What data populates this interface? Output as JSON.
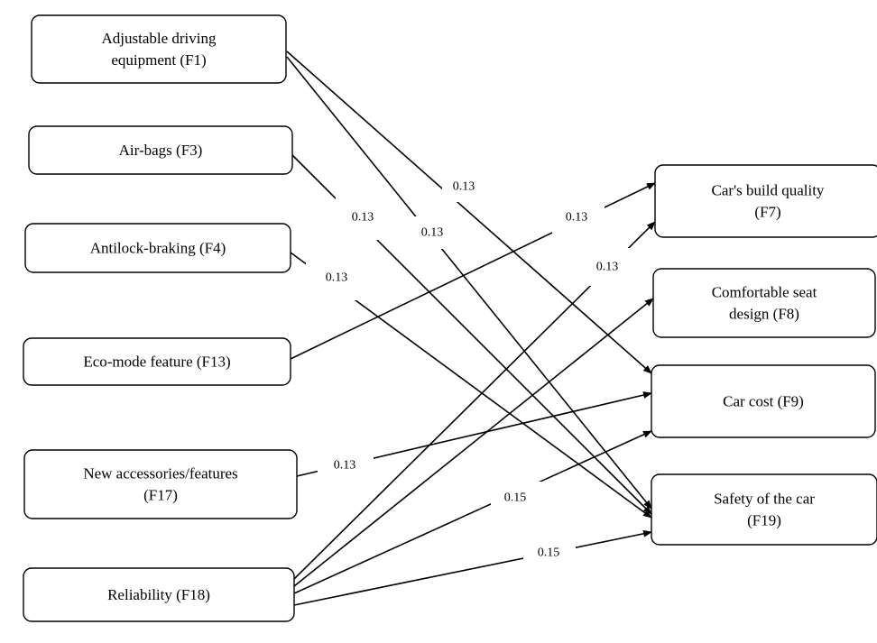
{
  "diagram": {
    "nodes": [
      {
        "id": "F1",
        "lines": [
          "Adjustable driving",
          "equipment (F1)"
        ]
      },
      {
        "id": "F3",
        "lines": [
          "Air-bags (F3)"
        ]
      },
      {
        "id": "F4",
        "lines": [
          "Antilock-braking (F4)"
        ]
      },
      {
        "id": "F13",
        "lines": [
          "Eco-mode feature (F13)"
        ]
      },
      {
        "id": "F17",
        "lines": [
          "New accessories/features",
          "(F17)"
        ]
      },
      {
        "id": "F18",
        "lines": [
          "Reliability (F18)"
        ]
      },
      {
        "id": "F7",
        "lines": [
          "Car's build quality",
          "(F7)"
        ]
      },
      {
        "id": "F8",
        "lines": [
          "Comfortable seat",
          "design (F8)"
        ]
      },
      {
        "id": "F9",
        "lines": [
          "Car cost (F9)"
        ]
      },
      {
        "id": "F19",
        "lines": [
          "Safety of the car",
          "(F19)"
        ]
      }
    ],
    "edges": [
      {
        "from": "F1",
        "to": "F9",
        "weight": "0.13"
      },
      {
        "from": "F1",
        "to": "F19",
        "weight": "0.13"
      },
      {
        "from": "F3",
        "to": "F19",
        "weight": "0.13"
      },
      {
        "from": "F4",
        "to": "F19",
        "weight": "0.13"
      },
      {
        "from": "F13",
        "to": "F7",
        "weight": "0.13"
      },
      {
        "from": "F17",
        "to": "F9",
        "weight": "0.13"
      },
      {
        "from": "F18",
        "to": "F7",
        "weight": "0.13"
      },
      {
        "from": "F18",
        "to": "F8",
        "weight": ""
      },
      {
        "from": "F18",
        "to": "F9",
        "weight": "0.15"
      },
      {
        "from": "F18",
        "to": "F19",
        "weight": "0.15"
      }
    ]
  }
}
